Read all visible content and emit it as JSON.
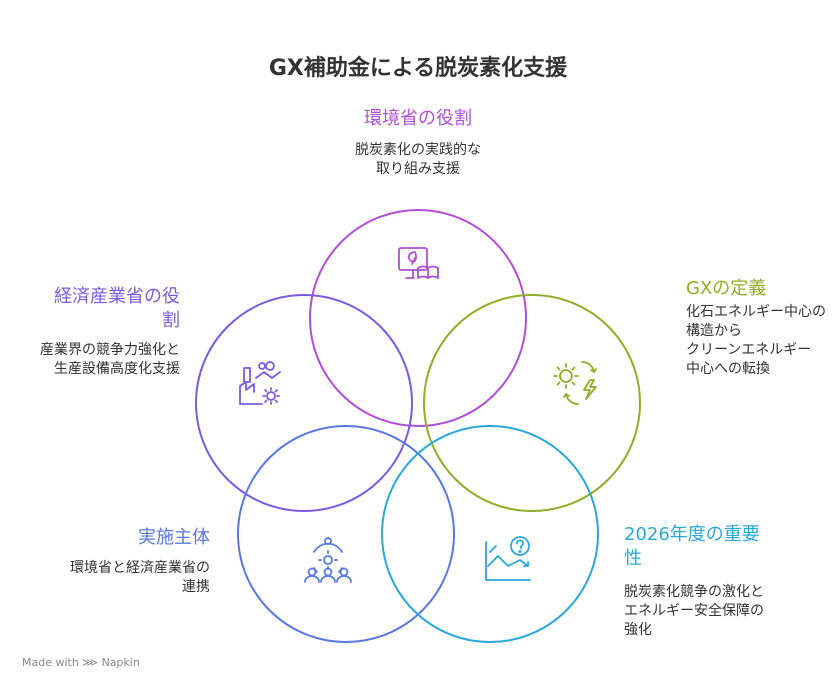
{
  "title": "GX補助金による脱炭素化支援",
  "sections": {
    "top": {
      "heading": "環境省の役割",
      "description": "脱炭素化の実践的な\n取り組み支援",
      "color": "#b14fd6",
      "icon": "leaf-monitor-book-icon"
    },
    "left": {
      "heading": "経済産業省の役\n割",
      "description": "産業界の競争力強化と\n生産設備高度化支援",
      "color": "#7b5be0",
      "icon": "factory-gear-icon"
    },
    "right": {
      "heading": "GXの定義",
      "description": "化石エネルギー中心の\n構造から\nクリーンエネルギー\n中心への転換",
      "color": "#8fae2a",
      "icon": "sun-energy-cycle-icon"
    },
    "bottom_left": {
      "heading": "実施主体",
      "description": "環境省と経済産業省の\n連携",
      "color": "#5a78e0",
      "icon": "team-gear-icon"
    },
    "bottom_right": {
      "heading": "2026年度の重要\n性",
      "description": "脱炭素化競争の激化と\nエネルギー安全保障の\n強化",
      "color": "#2ba8d8",
      "icon": "chart-question-icon"
    }
  },
  "footer": "Made with ⋙ Napkin"
}
